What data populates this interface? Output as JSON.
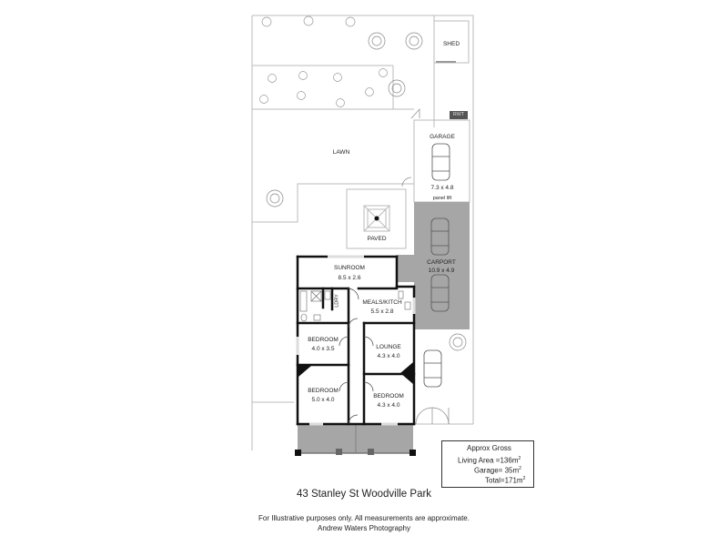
{
  "plan": {
    "areas": {
      "shed": {
        "label": "SHED"
      },
      "rwt": {
        "label": "RWT"
      },
      "garage": {
        "label": "GARAGE",
        "dims": "7.3 x 4.8",
        "note": "panel lift"
      },
      "lawn": {
        "label": "LAWN"
      },
      "paved": {
        "label": "PAVED"
      },
      "carport": {
        "label": "CARPORT",
        "dims": "10.9 x 4.9"
      },
      "sunroom": {
        "label": "SUNROOM",
        "dims": "8.5 x 2.6"
      },
      "meals_kitch": {
        "label": "MEALS/KITCH",
        "dims": "5.5 x 2.8"
      },
      "ldry": {
        "label": "LDRY"
      },
      "bedroom1": {
        "label": "BEDROOM",
        "dims": "4.0 x 3.5"
      },
      "lounge": {
        "label": "LOUNGE",
        "dims": "4.3 x 4.0"
      },
      "bedroom2": {
        "label": "BEDROOM",
        "dims": "5.0 x 4.0"
      },
      "bedroom3": {
        "label": "BEDROOM",
        "dims": "4.3 x 4.0"
      }
    },
    "colors": {
      "wall": "#111111",
      "boundary": "#bbbbbb",
      "shade": "#a6a6a6",
      "rwt_fill": "#555555"
    }
  },
  "gross": {
    "heading": "Approx Gross",
    "living": "Living Area =136m",
    "garage": "Garage=  35m",
    "total": "Total=171m",
    "unit_sup": "2"
  },
  "address": "43 Stanley St Woodville Park",
  "disclaimer": "For Illustrative purposes only.  All measurements are approximate.",
  "credit": "Andrew Waters Photography"
}
